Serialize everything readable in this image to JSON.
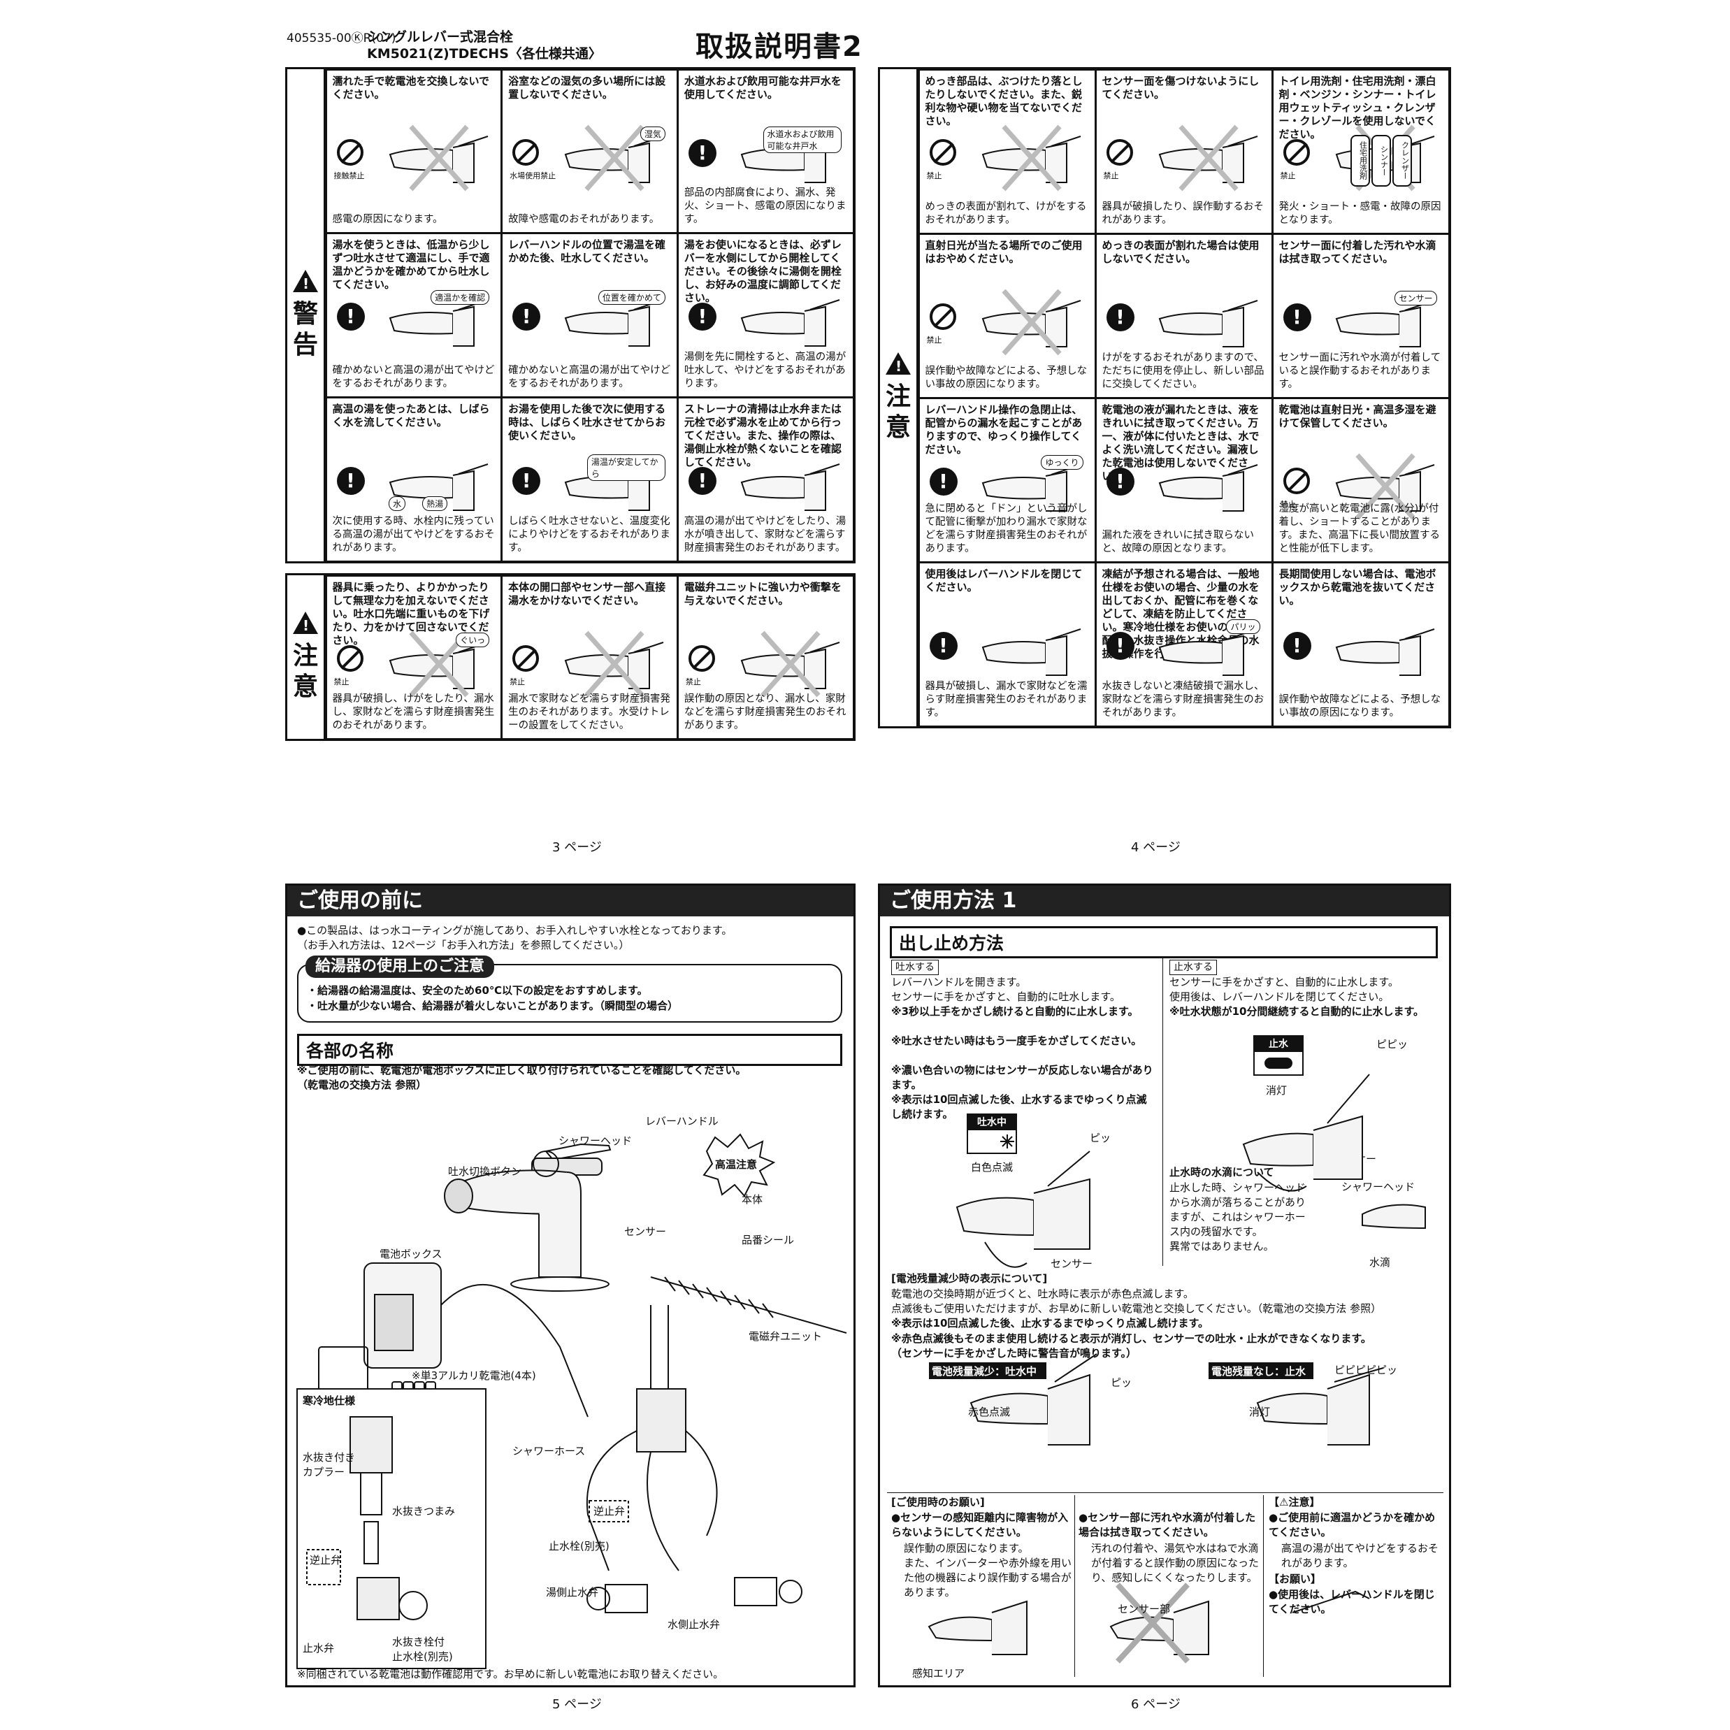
{
  "header": {
    "code": "405535-00ⓀR(07)",
    "product": "シングルレバー式混合栓",
    "model": "KM5021(Z)TDECHS〈各仕様共通〉",
    "doc_title": "取扱説明書2"
  },
  "page3": {
    "warning_label": [
      "警",
      "告"
    ],
    "caution_label": [
      "注",
      "意"
    ],
    "warning_cells": [
      {
        "title": "濡れた手で乾電池を交換しないでください。",
        "icon_label": "接触禁止",
        "body": "感電の原因になります。"
      },
      {
        "title": "浴室などの湿気の多い場所には設置しないでください。",
        "icon_label": "水場使用禁止",
        "callout": "湿気",
        "body": "故障や感電のおそれがあります。"
      },
      {
        "title": "水道水および飲用可能な井戸水を使用してください。",
        "callout": "水道水および飲用可能な井戸水",
        "body": "部品の内部腐食により、漏水、発火、ショート、感電の原因になります。"
      },
      {
        "title": "湯水を使うときは、低温から少しずつ吐水させて適温にし、手で適温かどうかを確かめてから吐水してください。",
        "callout": "適温かを確認",
        "body": "確かめないと高温の湯が出てやけどをするおそれがあります。"
      },
      {
        "title": "レバーハンドルの位置で湯温を確かめた後、吐水してください。",
        "callout": "位置を確かめて",
        "body": "確かめないと高温の湯が出てやけどをするおそれがあります。"
      },
      {
        "title": "湯をお使いになるときは、必ずレバーを水側にしてから開栓してください。その後徐々に湯側を開栓し、お好みの温度に調節してください。",
        "body": "湯側を先に開栓すると、高温の湯が吐水して、やけどをするおそれがあります。"
      },
      {
        "title": "高温の湯を使ったあとは、しばらく水を流してください。",
        "callout_hot": "熱湯",
        "callout_cold": "水",
        "body": "次に使用する時、水栓内に残っている高温の湯が出てやけどをするおそれがあります。"
      },
      {
        "title": "お湯を使用した後で次に使用する時は、しばらく吐水させてからお使いください。",
        "callout": "湯温が安定してから",
        "body": "しばらく吐水させないと、温度変化によりやけどをするおそれがあります。"
      },
      {
        "title": "ストレーナの清掃は止水弁または元栓で必ず湯水を止めてから行ってください。また、操作の際は、湯側止水栓が熱くないことを確認してください。",
        "body": "高温の湯が出てやけどをしたり、湯水が噴き出して、家財などを濡らす財産損害発生のおそれがあります。"
      }
    ],
    "caution_cells": [
      {
        "title": "器具に乗ったり、よりかかったりして無理な力を加えないでください。吐水口先端に重いものを下げたり、力をかけて回さないでください。",
        "icon_label": "禁止",
        "callout": "ぐいっ",
        "body": "器具が破損し、けがをしたり、漏水し、家財などを濡らす財産損害発生のおそれがあります。"
      },
      {
        "title": "本体の開口部やセンサー部へ直接湯水をかけないでください。",
        "icon_label": "禁止",
        "body": "漏水で家財などを濡らす財産損害発生のおそれがあります。水受けトレーの設置をしてください。"
      },
      {
        "title": "電磁弁ユニットに強い力や衝撃を与えないでください。",
        "icon_label": "禁止",
        "body": "誤作動の原因となり、漏水し、家財などを濡らす財産損害発生のおそれがあります。"
      }
    ],
    "page_number": "3 ページ"
  },
  "page4": {
    "caution_label": [
      "注",
      "意"
    ],
    "cells": [
      {
        "title": "めっき部品は、ぶつけたり落としたりしないでください。また、鋭利な物や硬い物を当てないでください。",
        "icon_label": "禁止",
        "body": "めっきの表面が割れて、けがをするおそれがあります。"
      },
      {
        "title": "センサー面を傷つけないようにしてください。",
        "icon_label": "禁止",
        "body": "器具が破損したり、誤作動するおそれがあります。"
      },
      {
        "title": "トイレ用洗剤・住宅用洗剤・漂白剤・ベンジン・シンナー・トイレ用ウェットティッシュ・クレンザー・クレゾールを使用しないでください。",
        "icon_label": "禁止",
        "bottles": [
          "住宅用洗剤",
          "シンナー",
          "クレンザー"
        ],
        "body": "発火・ショート・感電・故障の原因となります。"
      },
      {
        "title": "直射日光が当たる場所でのご使用はおやめください。",
        "icon_label": "禁止",
        "body": "誤作動や故障などによる、予想しない事故の原因になります。"
      },
      {
        "title": "めっきの表面が割れた場合は使用しないでください。",
        "body": "けがをするおそれがありますので、ただちに使用を停止し、新しい部品に交換してください。"
      },
      {
        "title": "センサー面に付着した汚れや水滴は拭き取ってください。",
        "callout": "センサー",
        "body": "センサー面に汚れや水滴が付着していると誤作動するおそれがあります。"
      },
      {
        "title": "レバーハンドル操作の急閉止は、配管からの漏水を起こすことがありますので、ゆっくり操作してください。",
        "callout": "ゆっくり",
        "body": "急に閉めると「ドン」という音がして配管に衝撃が加わり漏水で家財などを濡らす財産損害発生のおそれがあります。"
      },
      {
        "title": "乾電池の液が漏れたときは、液をきれいに拭き取ってください。万一、液が体に付いたときは、水でよく洗い流してください。漏液した乾電池は使用しないでください。",
        "body": "漏れた液をきれいに拭き取らないと、故障の原因となります。"
      },
      {
        "title": "乾電池は直射日光・高温多湿を避けて保管してください。",
        "icon_label": "禁止",
        "body": "湿度が高いと乾電池に露(水分)が付着し、ショートすることがあります。また、高温下に長い間放置すると性能が低下します。"
      },
      {
        "title": "使用後はレバーハンドルを閉じてください。",
        "body": "器具が破損し、漏水で家財などを濡らす財産損害発生のおそれがあります。"
      },
      {
        "title": "凍結が予想される場合は、一般地仕様をお使いの場合、少量の水を出しておくか、配管に布を巻くなどして、凍結を防止してください。寒冷地仕様をお使いの場合は配管の水抜き操作と水栓金具の水抜き操作を行ってください。",
        "callout": "パリッ",
        "body": "水抜きしないと凍結破損で漏水し、家財などを濡らす財産損害発生のおそれがあります。"
      },
      {
        "title": "長期間使用しない場合は、電池ボックスから乾電池を抜いてください。",
        "body": "誤作動や故障などによる、予想しない事故の原因になります。"
      }
    ],
    "page_number": "4 ページ"
  },
  "page5": {
    "section_title": "ご使用の前に",
    "intro": "●この製品は、はっ水コーティングが施してあり、お手入れしやすい水栓となっております。\n（お手入れ方法は、12ページ「お手入れ方法」を参照してください。）",
    "heater_title": "給湯器の使用上のご注意",
    "heater_lines": [
      "・給湯器の給湯温度は、安全のため60℃以下の設定をおすすめします。",
      "・吐水量が少ない場合、給湯器が着火しないことがあります。（瞬間型の場合）"
    ],
    "parts_title": "各部の名称",
    "parts_note": "※ご使用の前に、乾電池が電池ボックスに正しく取り付けられていることを確認してください。\n（乾電池の交換方法 参照）",
    "labels": {
      "lever": "レバーハンドル",
      "shower_head": "シャワーヘッド",
      "switch_button": "吐水切換ボタン",
      "high_temp": "高温注意",
      "body": "本体",
      "sensor": "センサー",
      "part_seal": "品番シール",
      "battery_box": "電池ボックス",
      "solenoid": "電磁弁ユニット",
      "batteries": "※単3アルカリ乾電池(4本)",
      "cold_region": "寒冷地仕様",
      "drain_coupler": "水抜き付き\nカプラー",
      "drain_knob": "水抜きつまみ",
      "check_valve": "逆止弁",
      "check_valve2": "逆止弁",
      "shower_hose": "シャワーホース",
      "stop_valve_sep": "止水栓(別売)",
      "hot_stop": "湯側止水弁",
      "cold_stop": "水側止水弁",
      "stop_valve": "止水弁",
      "drain_stop": "水抜き栓付\n止水栓(別売)"
    },
    "footnote": "※同梱されている乾電池は動作確認用です。お早めに新しい乾電池にお取り替えください。",
    "page_number": "5 ページ"
  },
  "page6": {
    "section_title": "ご使用方法 1",
    "sub_title": "出し止め方法",
    "dispense_tag": "吐水する",
    "dispense_text": "レバーハンドルを開きます。\nセンサーに手をかざすと、自動的に吐水します。",
    "dispense_notes": [
      "※3秒以上手をかざし続けると自動的に止水します。",
      "※吐水させたい時はもう一度手をかざしてください。",
      "※濃い色合いの物にはセンサーが反応しない場合があります。",
      "※表示は10回点滅した後、止水するまでゆっくり点滅し続けます。"
    ],
    "disp_running": "吐水中",
    "disp_running_sub": "白色点滅",
    "sound1": "ピッ",
    "sensor": "センサー",
    "stop_tag": "止水する",
    "stop_text": "センサーに手をかざすと、自動的に止水します。\n使用後は、レバーハンドルを閉じてください。",
    "stop_note": "※吐水状態が10分間継続すると自動的に止水します。",
    "disp_stop": "止水",
    "disp_stop_sub": "消灯",
    "sound2": "ピピッ",
    "sensor2": "センサー",
    "drip_title": "止水時の水滴について",
    "drip_text": "止水した時、シャワーヘッドから水滴が落ちることがありますが、これはシャワーホース内の残留水です。\n異常ではありません。",
    "shower_head": "シャワーヘッド",
    "drip_label": "水滴",
    "battery_title": "[電池残量減少時の表示について]",
    "battery_text": "乾電池の交換時期が近づくと、吐水時に表示が赤色点滅します。\n点滅後もご使用いただけますが、お早めに新しい乾電池と交換してください。（乾電池の交換方法 参照）",
    "battery_notes": [
      "※表示は10回点滅した後、止水するまでゆっくり点滅し続けます。",
      "※赤色点滅後もそのまま使用し続けると表示が消灯し、センサーでの吐水・止水ができなくなります。\n（センサーに手をかざした時に警告音が鳴ります。）"
    ],
    "low_label": "電池残量減少：吐水中",
    "low_sub": "赤色点滅",
    "low_sound": "ピッ",
    "empty_label": "電池残量なし：止水",
    "empty_sub": "消灯",
    "empty_sound": "ピピピピピッ",
    "request_title": "[ご使用時のお願い]",
    "request1": "●センサーの感知距離内に障害物が入らないようにしてください。",
    "request1_body": "誤作動の原因になります。\nまた、インバーターや赤外線を用いた他の機器により誤作動する場合があります。",
    "detect_area": "感知エリア",
    "request2": "●センサー部に汚れや水滴が付着した場合は拭き取ってください。",
    "request2_body": "汚れの付着や、湯気や水はねで水滴が付着すると誤作動の原因になったり、感知しにくくなったりします。",
    "sensor_part": "センサー部",
    "caution_title": "【⚠注意】",
    "caution1": "●ご使用前に適温かどうかを確かめてください。",
    "caution1_body": "高温の湯が出てやけどをするおそれがあります。",
    "please_title": "【お願い】",
    "please1": "●使用後は、レバーハンドルを閉じてください。",
    "page_number": "6 ページ"
  }
}
